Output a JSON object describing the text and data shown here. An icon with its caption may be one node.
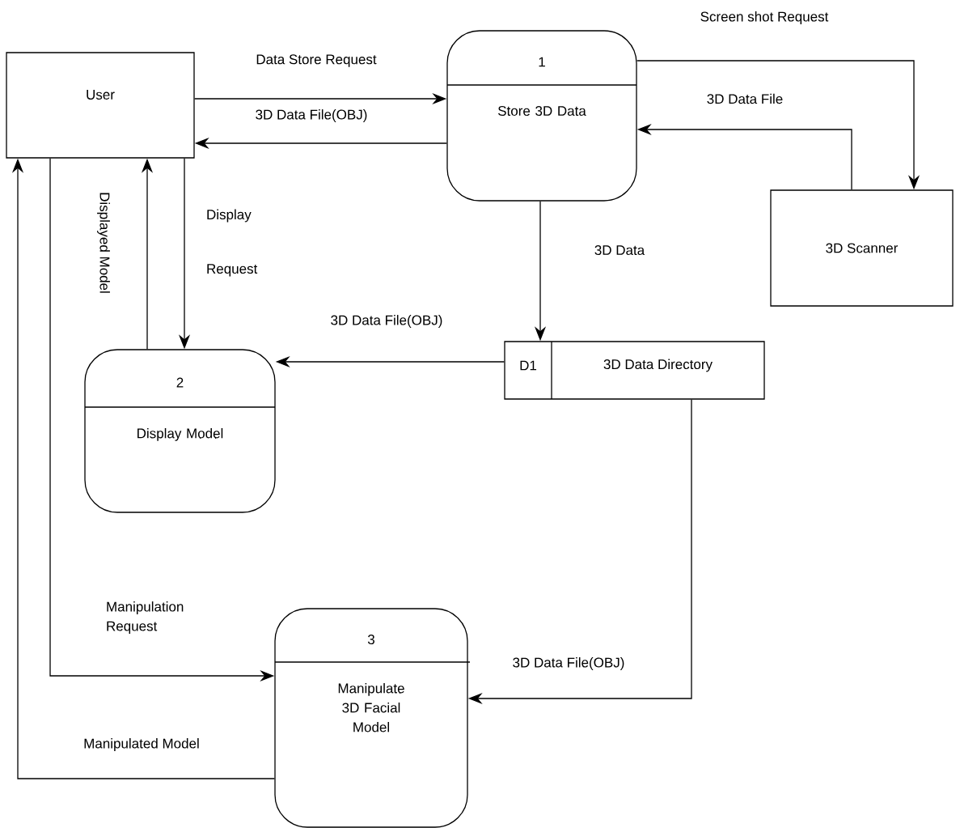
{
  "diagram": {
    "nodes": [
      {
        "text": [
          "User"
        ]
      },
      {
        "text": [
          "1",
          "Store 3D Data"
        ]
      },
      {
        "text": [
          "3D Scanner"
        ]
      },
      {
        "text": [
          "D1",
          "3D Data Directory"
        ]
      },
      {
        "text": [
          "2",
          "Display Model"
        ]
      },
      {
        "text": [
          "3",
          "Manipulate 3D Facial Model"
        ]
      }
    ],
    "edges": [
      {
        "from": 0,
        "to": 1,
        "arrow": "to",
        "label": "Data Store Request"
      },
      {
        "from": 1,
        "to": 0,
        "arrow": "to",
        "label": "3D Data File(OBJ)"
      },
      {
        "from": 1,
        "to": 2,
        "arrow": "to",
        "label": "Screen shot Request"
      },
      {
        "from": 2,
        "to": 1,
        "arrow": "to",
        "label": "3D Data File"
      },
      {
        "from": 1,
        "to": 3,
        "arrow": "to",
        "label": "3D Data"
      },
      {
        "from": 3,
        "to": 4,
        "arrow": "to",
        "label": "3D Data File(OBJ)"
      },
      {
        "from": 4,
        "to": 0,
        "arrow": "to",
        "label": "Displayed Model"
      },
      {
        "from": 0,
        "to": 4,
        "arrow": "to",
        "label": "Display Request"
      },
      {
        "from": 0,
        "to": 5,
        "arrow": "to",
        "label": "Manipulation Request"
      },
      {
        "from": 3,
        "to": 5,
        "arrow": "to",
        "label": "3D Data File(OBJ)"
      },
      {
        "from": 5,
        "to": 0,
        "arrow": "to",
        "label": "Manipulated Model"
      }
    ]
  }
}
